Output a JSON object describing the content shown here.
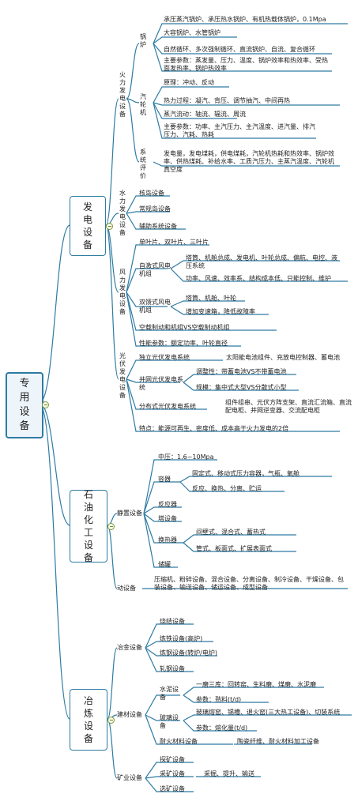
{
  "root": {
    "label": "专用设备"
  },
  "branches": {
    "power": {
      "label": "发电设备",
      "thermal": {
        "label": "火力发电设备",
        "boiler": {
          "label": "锅炉",
          "items": [
            "承压蒸汽锅炉、承压热水锅炉、有机热载体锅炉，0.1Mpa",
            "大容锅炉、水管锅炉",
            "自然循环、多次强制循环、直流锅炉、自流、复合循环",
            "主要参数：蒸发量、压力、温度、锅炉效率和热效率、受热面发热率、锅炉热效率"
          ]
        },
        "turbine": {
          "label": "汽轮机",
          "items": [
            "原理：冲动、反动",
            "热力过程：凝汽、背压、调节抽汽、中间再热",
            "蒸汽流动：轴流、辐流、周流",
            "主要参数：功率、主汽压力、主汽温度、进汽量、排汽压力、汽耗、热耗"
          ]
        },
        "eval": {
          "label": "系统评价",
          "items": [
            "发电量，发电煤耗，供电煤耗，汽轮机热耗和热效率、锅炉效率、供热煤耗、补给水率、工质汽压力、主蒸汽温度、汽轮机真空度"
          ]
        }
      },
      "hydro": {
        "label": "水力发电设备",
        "items": [
          "核岛设备",
          "常规岛设备",
          "辅助系统设备"
        ]
      },
      "wind": {
        "label": "风力发电设备",
        "items": [
          "单叶片、双叶片、三叶片"
        ],
        "selfexcited": {
          "label": "自激式风电机组",
          "items": [
            "塔筒、机舱总成、发电机、叶轮总成、偏航、电控、液压系统",
            "功率、风速、效率系、结构成本低、只能控制、维护"
          ]
        },
        "doublyfed": {
          "label": "双馈式风电机组",
          "items": [
            "塔筒、机舱、叶轮",
            "增加变速箱，降低故障率"
          ]
        },
        "extra": [
          "空载制动和机组VS空载制动机组",
          "性能参数：额定功率、叶轮直径"
        ]
      },
      "solar": {
        "label": "光伏发电设备",
        "offgrid": {
          "label": "独立光伏发电系统",
          "detail": "太阳能电池组件、充放电控制器、蓄电池"
        },
        "gridtied": {
          "label": "并网光伏发电系统",
          "items": [
            "调整性：带蓄电池VS不带蓄电池",
            "规模：集中式大型VS分散式小型"
          ]
        },
        "distributed": {
          "label": "分布式光伏发电系统",
          "detail": "组件组串、光伏方阵支架、直流汇流箱、直流配电柜、并网逆变器、交流配电柜"
        },
        "feature": "特点：能源可再生、密度低、成本高于火力发电的2倍"
      }
    },
    "petro": {
      "label": "石油化工设备",
      "static": {
        "label": "静置设备",
        "pressure": "中压：1.6~10Mpa",
        "vessel": {
          "label": "容器",
          "items": [
            "固定式、移动式压力容器，气瓶、氧舱",
            "反应、换热、分离、贮运"
          ]
        },
        "reactor": "反应器",
        "tower": "塔设备",
        "heatex": {
          "label": "换热器",
          "items": [
            "间壁式、混合式、蓄热式",
            "管式、板面式、扩展表面式"
          ]
        },
        "storage": "储罐"
      },
      "dynamic": {
        "label": "动设备",
        "detail": "压缩机、粉碎设备、混合设备、分离设备、制冷设备、干燥设备、包装设备、输送设备、储运设备、成型设备"
      }
    },
    "metal": {
      "label": "冶炼设备",
      "smelt": {
        "label": "冶金设备",
        "items": [
          "烧结设备",
          "炼铁设备(高炉)",
          "炼钢设备(转炉/电炉)",
          "轧钢设备"
        ]
      },
      "building": {
        "label": "建材设备",
        "cement": {
          "label": "水泥设备",
          "items": [
            "一磨三库：回转窑、生料磨、煤磨、水泥磨",
            "参数：熟料(t/d)"
          ]
        },
        "glass": {
          "label": "玻璃设备",
          "items": [
            "玻璃熔窑、锡槽、退火窑(三大热工设备)、切装系统",
            "参数：熔化量(t/d)"
          ]
        },
        "refractory": {
          "label": "耐火材料设备",
          "detail": "陶瓷纤维、耐火材料加工设备"
        }
      },
      "mining": {
        "label": "矿业设备",
        "items": [
          "探矿设备",
          "采矿设备",
          "选矿设备"
        ],
        "detail": "采掘、提升、输送"
      }
    }
  }
}
